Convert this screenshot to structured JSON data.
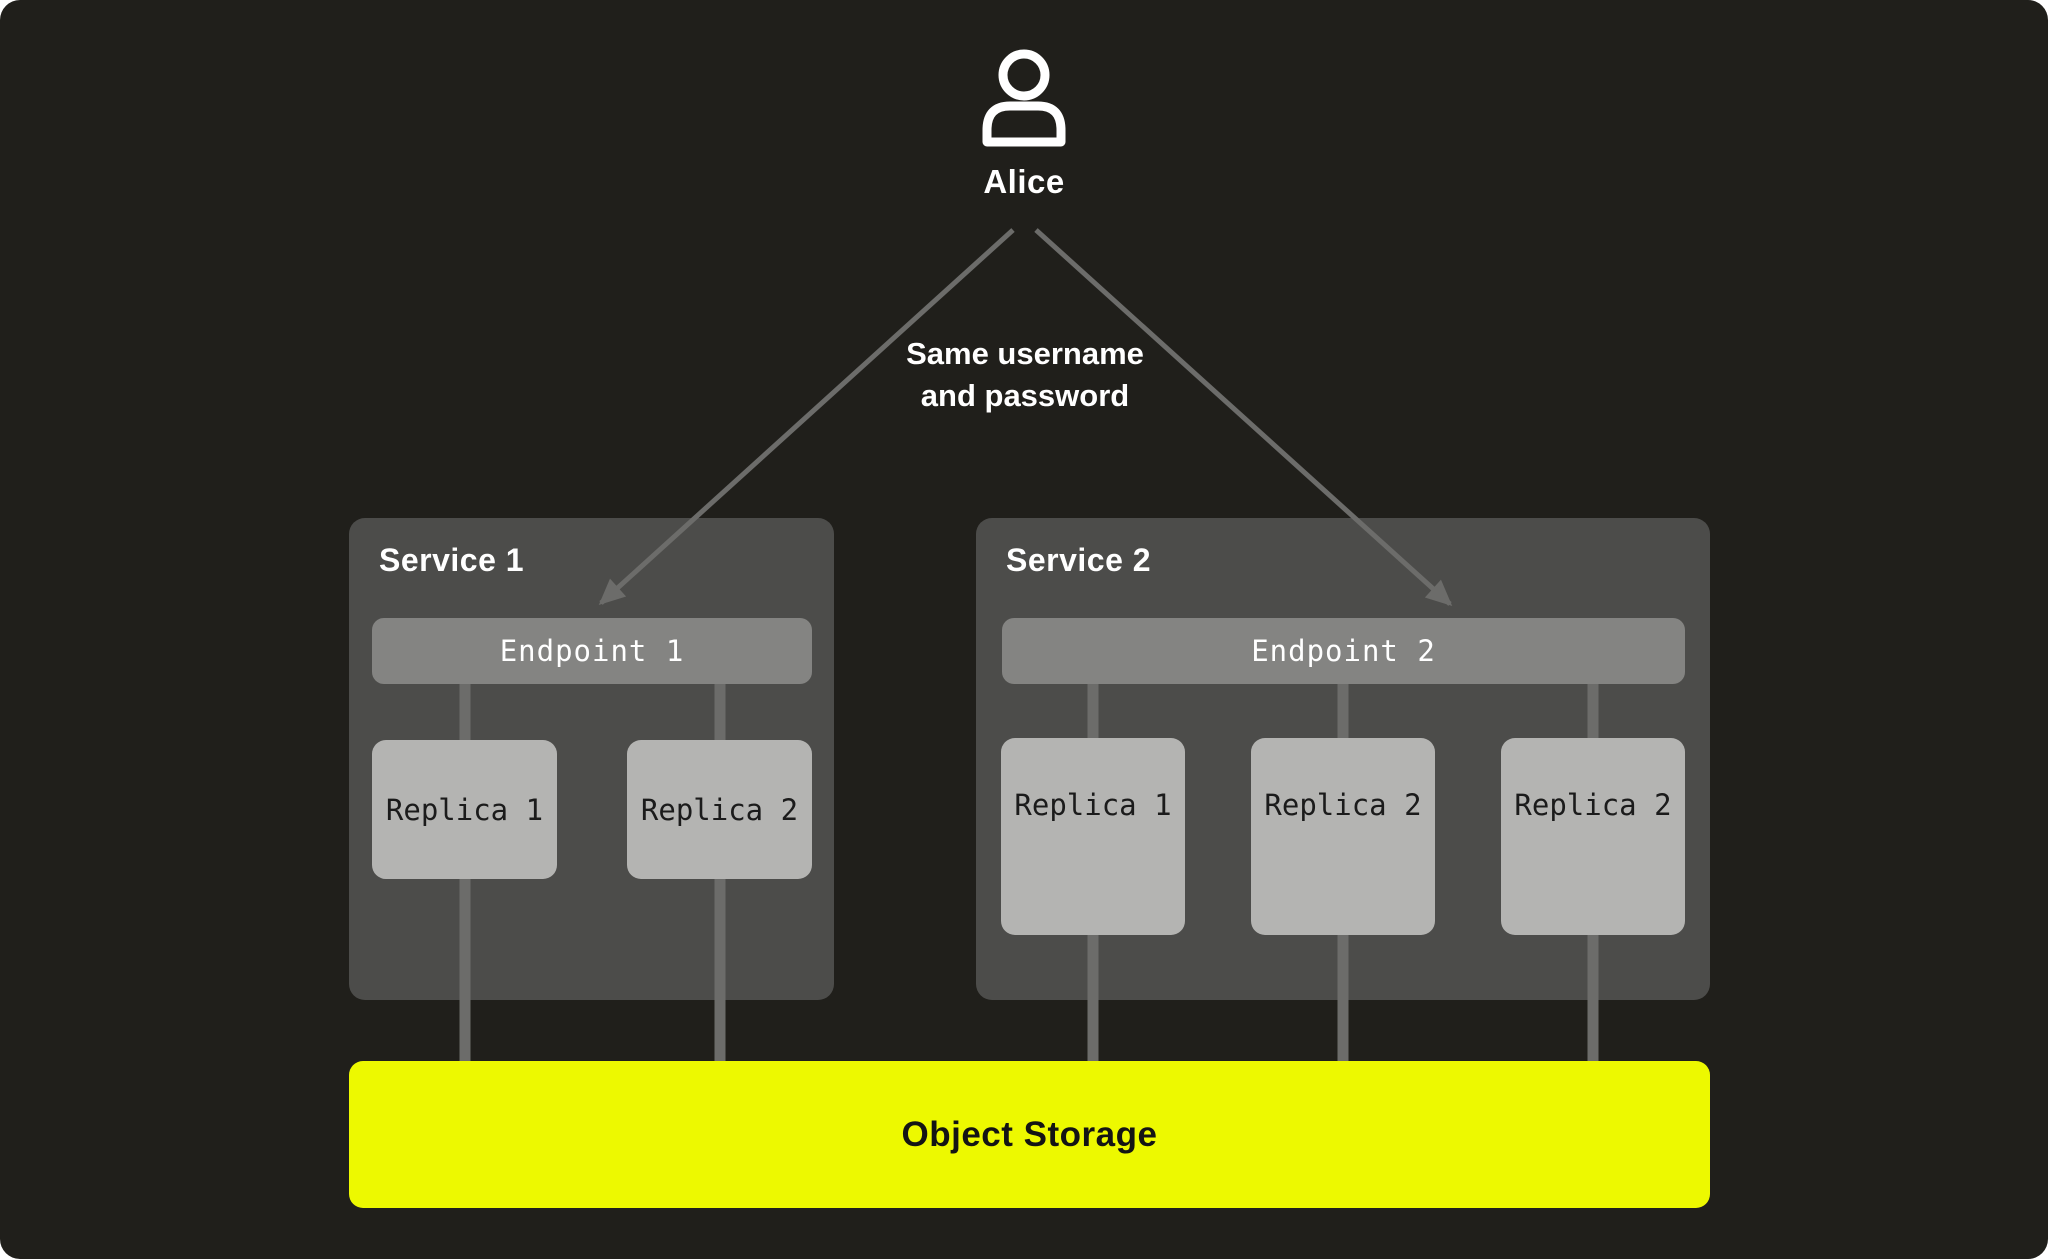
{
  "diagram": {
    "user": {
      "name": "Alice",
      "icon": "person-icon"
    },
    "connection_note": {
      "line1": "Same username",
      "line2": "and password"
    },
    "services": [
      {
        "title": "Service 1",
        "endpoint": {
          "label": "Endpoint 1"
        },
        "replicas": [
          {
            "label": "Replica 1"
          },
          {
            "label": "Replica 2"
          }
        ]
      },
      {
        "title": "Service 2",
        "endpoint": {
          "label": "Endpoint 2"
        },
        "replicas": [
          {
            "label": "Replica 1"
          },
          {
            "label": "Replica 2"
          },
          {
            "label": "Replica 2"
          }
        ]
      }
    ],
    "storage": {
      "label": "Object Storage"
    },
    "colors": {
      "background": "#201f1b",
      "service_box": "#4c4c4a",
      "endpoint_bar": "#848482",
      "replica_box": "#b4b4b2",
      "connector_line": "#6c6c6a",
      "storage_accent": "#edf900",
      "text_light": "#ffffff",
      "text_dark": "#141414"
    }
  }
}
